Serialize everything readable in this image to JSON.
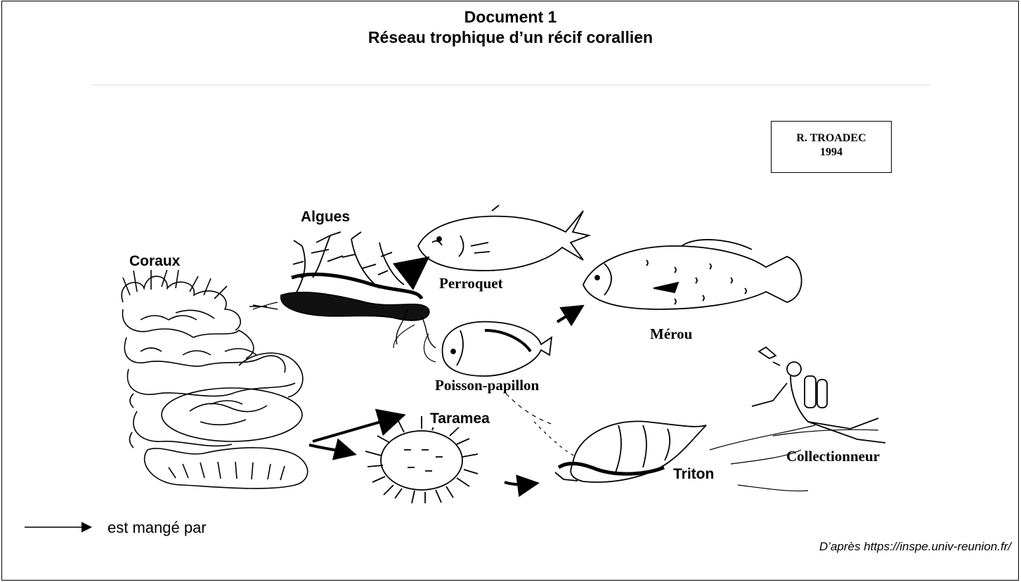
{
  "title": {
    "line1": "Document 1",
    "line2": "Réseau trophique d’un récif corallien"
  },
  "credit": {
    "author": "R. TROADEC",
    "year": "1994"
  },
  "organisms": {
    "coraux": "Coraux",
    "algues": "Algues",
    "perroquet": "Perroquet",
    "merou": "Mérou",
    "poisson_papillon": "Poisson-papillon",
    "taramea": "Taramea",
    "triton": "Triton",
    "collectionneur": "Collectionneur"
  },
  "legend": {
    "label": "est mangé par"
  },
  "source": "D’après https://inspe.univ-reunion.fr/"
}
